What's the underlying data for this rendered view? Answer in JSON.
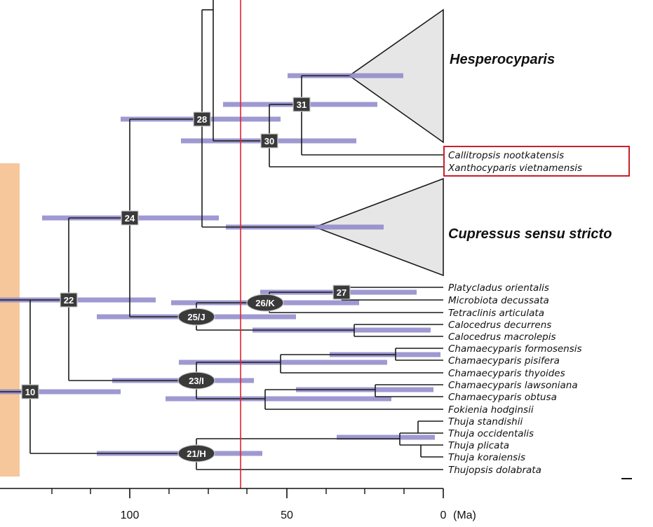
{
  "clades": {
    "hesperocyparis": "Hesperocyparis",
    "cupressus": "Cupressus sensu stricto"
  },
  "taxa": [
    "Callitropsis nootkatensis",
    "Xanthocyparis vietnamensis",
    "Platycladus orientalis",
    "Microbiota decussata",
    "Tetraclinis articulata",
    "Calocedrus decurrens",
    "Calocedrus macrolepis",
    "Chamaecyparis formosensis",
    "Chamaecyparis pisifera",
    "Chamaecyparis thyoides",
    "Chamaecyparis lawsoniana",
    "Chamaecyparis obtusa",
    "Fokienia hodginsii",
    "Thuja standishii",
    "Thuja occidentalis",
    "Thuja plicata",
    "Thuja koraiensis",
    "Thujopsis dolabrata"
  ],
  "nodes": {
    "n10": "10",
    "n22": "22",
    "n24": "24",
    "n28": "28",
    "n30": "30",
    "n31": "31",
    "n27": "27",
    "n26": "26/K",
    "n25": "25/J",
    "n23": "23/I",
    "n21": "21/H"
  },
  "axis": {
    "ticks": [
      "100",
      "50",
      "0"
    ],
    "unit": "(Ma)"
  },
  "colors": {
    "error_bar": "#8e88c9",
    "boundary_line": "#e8202a",
    "highlight_box": "#c8202a",
    "shaded_band": "#f6c79a",
    "collapsed_clade": "#e6e6e6"
  }
}
